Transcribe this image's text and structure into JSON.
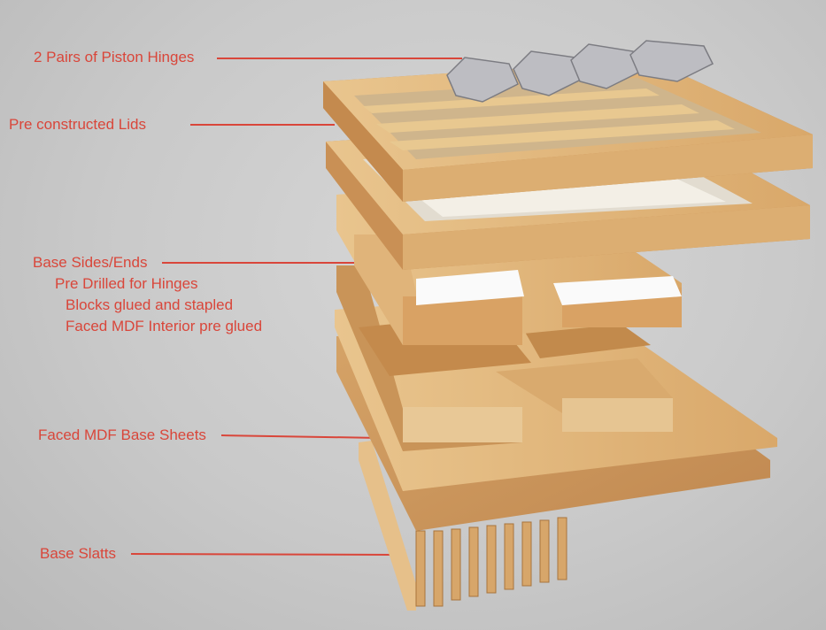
{
  "labels": {
    "hinges": "2 Pairs of Piston Hinges",
    "lids": "Pre constructed Lids",
    "base_sides": "Base Sides/Ends",
    "base_sides_sub1": "Pre Drilled for Hinges",
    "base_sides_sub2": "Blocks glued and stapled",
    "base_sides_sub3": "Faced MDF Interior pre glued",
    "base_sheets": "Faced MDF Base Sheets",
    "slats": "Base Slatts"
  },
  "colors": {
    "label": "#d9463a",
    "wood_light": "#ecd0a0",
    "wood_mid": "#d8aa6c",
    "wood_dark": "#b47c42",
    "metal": "#b8b8bc"
  }
}
